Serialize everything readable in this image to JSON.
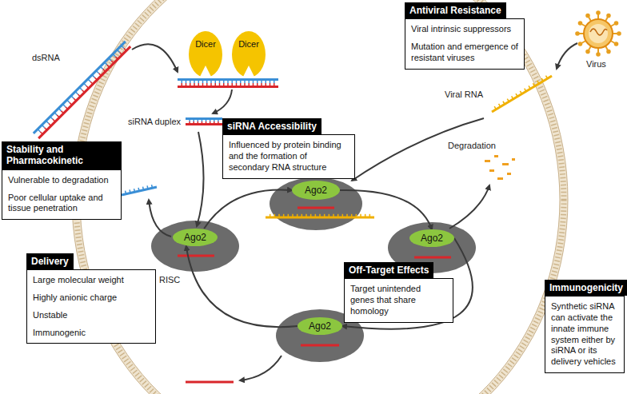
{
  "diagram": {
    "nodes": [
      {
        "text": [
          "Dicer"
        ]
      },
      {
        "text": [
          "Dicer"
        ]
      },
      {
        "text": [
          "Antiviral Resistance",
          "Viral intrinsic suppressors",
          "Mutation and emergence of resistant viruses"
        ]
      },
      {
        "text": [
          "siRNA Accessibility",
          "Influenced by protein binding and the formation of secondary RNA structure"
        ]
      },
      {
        "text": [
          "Stability and Pharmacokinetic",
          "Vulnerable to degradation",
          "Poor cellular uptake and tissue penetration"
        ]
      },
      {
        "text": [
          "Ago2"
        ]
      },
      {
        "text": [
          "Ago2"
        ]
      },
      {
        "text": [
          "Ago2"
        ]
      },
      {
        "text": [
          "Off-Target Effects",
          "Target unintended genes that share homology"
        ]
      },
      {
        "text": [
          "Delivery",
          "Large molecular weight",
          "Highly anionic charge",
          "Unstable",
          "Immunogenic"
        ]
      },
      {
        "text": [
          "Immunogenicity",
          "Synthetic siRNA can activate the innate immune system either by siRNA or its delivery vehicles"
        ]
      },
      {
        "text": [
          "Ago2"
        ]
      }
    ],
    "edges": [
      {
        "from": 6,
        "to": 5,
        "arrow": "to"
      },
      {
        "from": 5,
        "to": 7,
        "arrow": "to"
      },
      {
        "from": 7,
        "to": 11,
        "arrow": "to"
      },
      {
        "from": 11,
        "to": 6,
        "arrow": "to"
      }
    ],
    "labels": [
      "dsRNA",
      "siRNA duplex",
      "RISC",
      "Viral RNA",
      "Virus",
      "Degradation"
    ]
  }
}
